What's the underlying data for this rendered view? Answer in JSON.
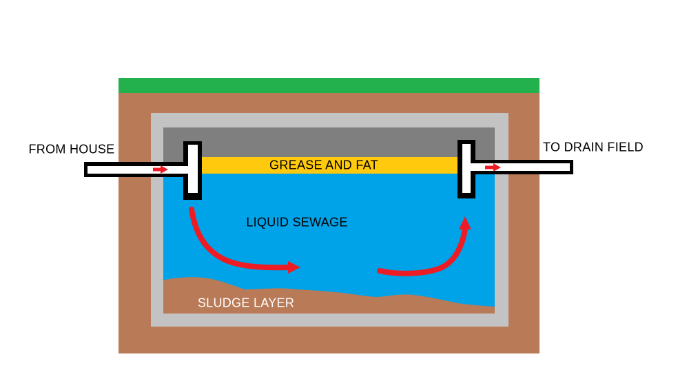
{
  "diagram": {
    "labels": {
      "from_house": "FROM HOUSE",
      "to_drain_field": "TO DRAIN FIELD",
      "grease_and_fat": "GREASE AND FAT",
      "liquid_sewage": "LIQUID SEWAGE",
      "sludge_layer": "SLUDGE LAYER"
    },
    "colors": {
      "background": "#FFFFFF",
      "grass": "#22B14C",
      "soil": "#B97A57",
      "tank_wall": "#C3C3C3",
      "headspace": "#7F7F7F",
      "grease": "#FFC90E",
      "sewage": "#00A2E8",
      "sludge": "#B97A57",
      "pipe_outline": "#000000",
      "pipe_fill": "#FFFFFF",
      "arrow": "#ED1C24",
      "label_dark": "#000000",
      "label_light": "#FFFFFF"
    }
  }
}
